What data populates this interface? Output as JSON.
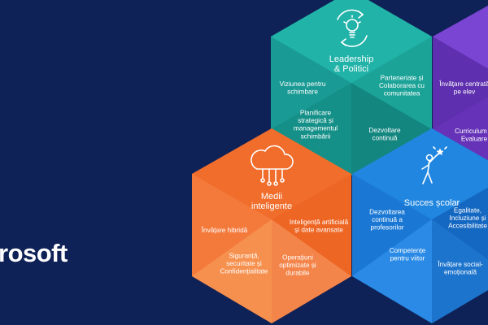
{
  "brand": {
    "wordmark": "rosoft"
  },
  "pillars": [
    {
      "title_lines": [
        "Leadership",
        "& Politici"
      ],
      "icon": "lightbulb-cycle-icon",
      "color": "#1aa89e",
      "items": [
        {
          "lines": [
            "Viziunea pentru",
            "schimbare"
          ]
        },
        {
          "lines": [
            "Parteneriate și",
            "Colaborarea cu",
            "comunitatea"
          ]
        },
        {
          "lines": [
            "Planificare",
            "strategică și",
            "managementul",
            "schimbării"
          ]
        },
        {
          "lines": [
            "Dezvoltare",
            "continuă"
          ]
        }
      ]
    },
    {
      "title_lines": [
        "Medii",
        "inteligente"
      ],
      "icon": "cloud-network-icon",
      "color": "#f26b2a",
      "items": [
        {
          "lines": [
            "Învățare hibridă"
          ]
        },
        {
          "lines": [
            "Inteligență artificială",
            "și date avansate"
          ]
        },
        {
          "lines": [
            "Siguranță,",
            "securitate și",
            "Confidențialitate"
          ]
        },
        {
          "lines": [
            "Operațiuni",
            "optimizate și",
            "durabile"
          ]
        }
      ]
    },
    {
      "title_lines": [
        "Succes școlar"
      ],
      "icon": "student-celebrating-icon",
      "color": "#1f7fdc",
      "items": [
        {
          "lines": [
            "Dezvoltarea",
            "continuă a",
            "profesorilor"
          ]
        },
        {
          "lines": [
            "Egalitate,",
            "Incluziune și",
            "Accesibilitate"
          ]
        },
        {
          "lines": [
            "Competențe",
            "pentru viitor"
          ]
        },
        {
          "lines": [
            "Învățare social-",
            "emoțională"
          ]
        }
      ]
    },
    {
      "title_lines": [],
      "icon": "",
      "color": "#6e3bc4",
      "items": [
        {
          "lines": [
            "Învățare centrată",
            "pe elev"
          ]
        },
        {
          "lines": [
            "Curriculum și",
            "Evaluare"
          ]
        }
      ]
    }
  ]
}
